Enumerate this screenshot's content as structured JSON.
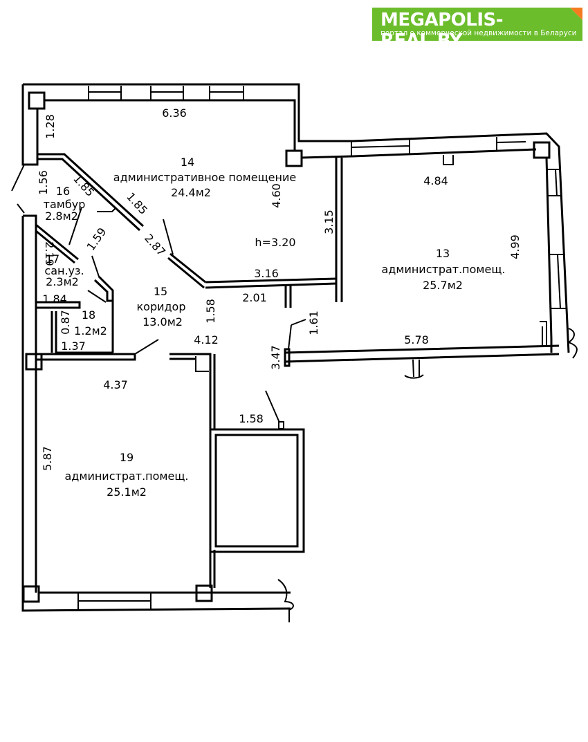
{
  "logo": {
    "brand": "MEGAPOLIS-REAL.BY",
    "tagline": "портал о коммерческой недвижимости в Беларуси",
    "bg_color": "#6cbd2c",
    "corner_color": "#f47b20"
  },
  "ceiling_height": "h=3.20",
  "rooms": [
    {
      "number": "14",
      "name": "административное помещение",
      "area": "24.4м2"
    },
    {
      "number": "13",
      "name": "администрат.помещ.",
      "area": "25.7м2"
    },
    {
      "number": "16",
      "name": "тамбур",
      "area": "2.8м2"
    },
    {
      "number": "17",
      "name": "сан.уз.",
      "area": "2.3м2"
    },
    {
      "number": "18",
      "name": "",
      "area": "1.2м2"
    },
    {
      "number": "15",
      "name": "коридор",
      "area": "13.0м2"
    },
    {
      "number": "19",
      "name": "администрат.помещ.",
      "area": "25.1м2"
    }
  ],
  "dimensions": {
    "d636": "6.36",
    "d128": "1.28",
    "d156": "1.56",
    "d185a": "1.85",
    "d185b": "1.85",
    "d460": "4.60",
    "d159": "1.59",
    "d219": "2.19",
    "d287": "2.87",
    "d316": "3.16",
    "d201": "2.01",
    "d315": "3.15",
    "d484": "4.84",
    "d499": "4.99",
    "d184": "1.84",
    "d087": "0.87",
    "d137": "1.37",
    "d158a": "1.58",
    "d412": "4.12",
    "d161": "1.61",
    "d347": "3.47",
    "d578": "5.78",
    "d437": "4.37",
    "d587": "5.87",
    "d158b": "1.58"
  }
}
